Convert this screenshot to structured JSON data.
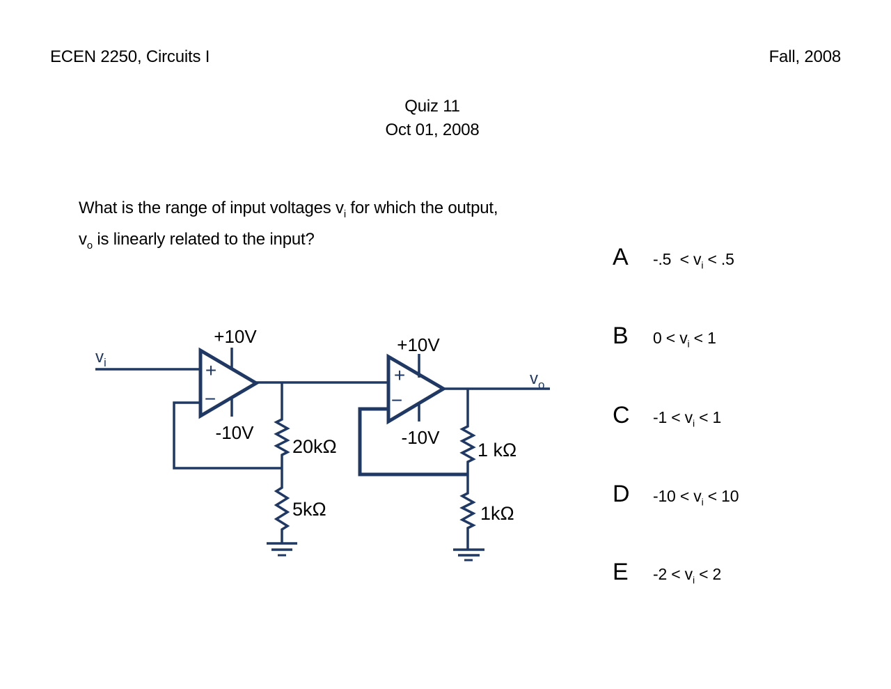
{
  "page": {
    "background": "#ffffff",
    "header": {
      "left": "ECEN 2250, Circuits I",
      "right": "Fall, 2008"
    },
    "title": {
      "line1": "Quiz 11",
      "line2": "Oct 01, 2008"
    }
  },
  "question": {
    "line1_pre": "What is the range of input voltages v",
    "line1_sub": "i",
    "line1_post": " for which the output,",
    "line2_pre": "v",
    "line2_sub": "o",
    "line2_post": " is linearly related to the input?"
  },
  "choices": [
    {
      "letter": "A",
      "pre": "-.5  < v",
      "sub": "i",
      "post": " < .5"
    },
    {
      "letter": "B",
      "pre": "0 < v",
      "sub": "i",
      "post": " < 1"
    },
    {
      "letter": "C",
      "pre": "-1 < v",
      "sub": "i",
      "post": " < 1"
    },
    {
      "letter": "D",
      "pre": "-10 < v",
      "sub": "i",
      "post": " < 10"
    },
    {
      "letter": "E",
      "pre": "-2 < v",
      "sub": "i",
      "post": " < 2"
    }
  ],
  "circuit": {
    "line_color": "#1f3864",
    "label_color": "#000000",
    "input_label": {
      "base": "v",
      "sub": "i"
    },
    "output_label": {
      "base": "v",
      "sub": "o"
    },
    "opamp_left": {
      "supply_top": "+10V",
      "supply_bottom": "-10V",
      "plus": "+",
      "minus": "−"
    },
    "opamp_right": {
      "supply_top": "+10V",
      "supply_bottom": "-10V",
      "plus": "+",
      "minus": "−"
    },
    "resistors": {
      "feedback_left": "20kΩ",
      "ground_left": "5kΩ",
      "feedback_right": "1 kΩ",
      "ground_right": "1kΩ"
    }
  }
}
